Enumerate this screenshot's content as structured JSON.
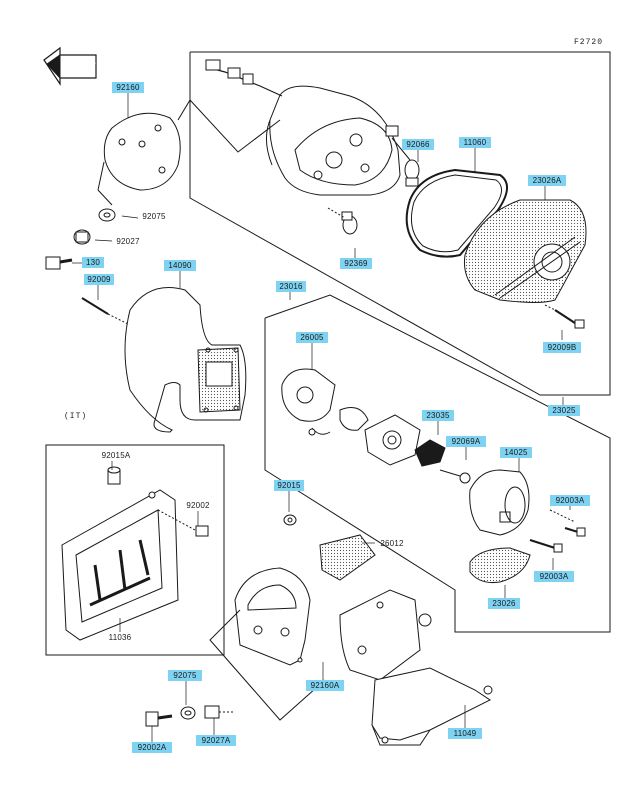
{
  "figure_ref": "F2720",
  "direction_label": "FRONT",
  "inset_label": "(IT)",
  "highlight_color": "#7fd3f2",
  "line_color": "#1a1a1a",
  "parts": {
    "p92160": "92160",
    "p92075_top": "92075",
    "p92027": "92027",
    "p130": "130",
    "p92009": "92009",
    "p14090": "14090",
    "p92066": "92066",
    "p11060": "11060",
    "p23026A": "23026A",
    "p92369": "92369",
    "p23016": "23016",
    "p92009B": "92009B",
    "p23025": "23025",
    "p26005": "26005",
    "p23035": "23035",
    "p92069A": "92069A",
    "p14025": "14025",
    "p92015": "92015",
    "p92003A_1": "92003A",
    "p92003A_2": "92003A",
    "p26012": "26012",
    "p23026": "23026",
    "p92015A": "92015A",
    "p92002": "92002",
    "p11036": "11036",
    "p92160A": "92160A",
    "p92075_bot": "92075",
    "p92002A": "92002A",
    "p92027A": "92027A",
    "p11049": "11049"
  }
}
